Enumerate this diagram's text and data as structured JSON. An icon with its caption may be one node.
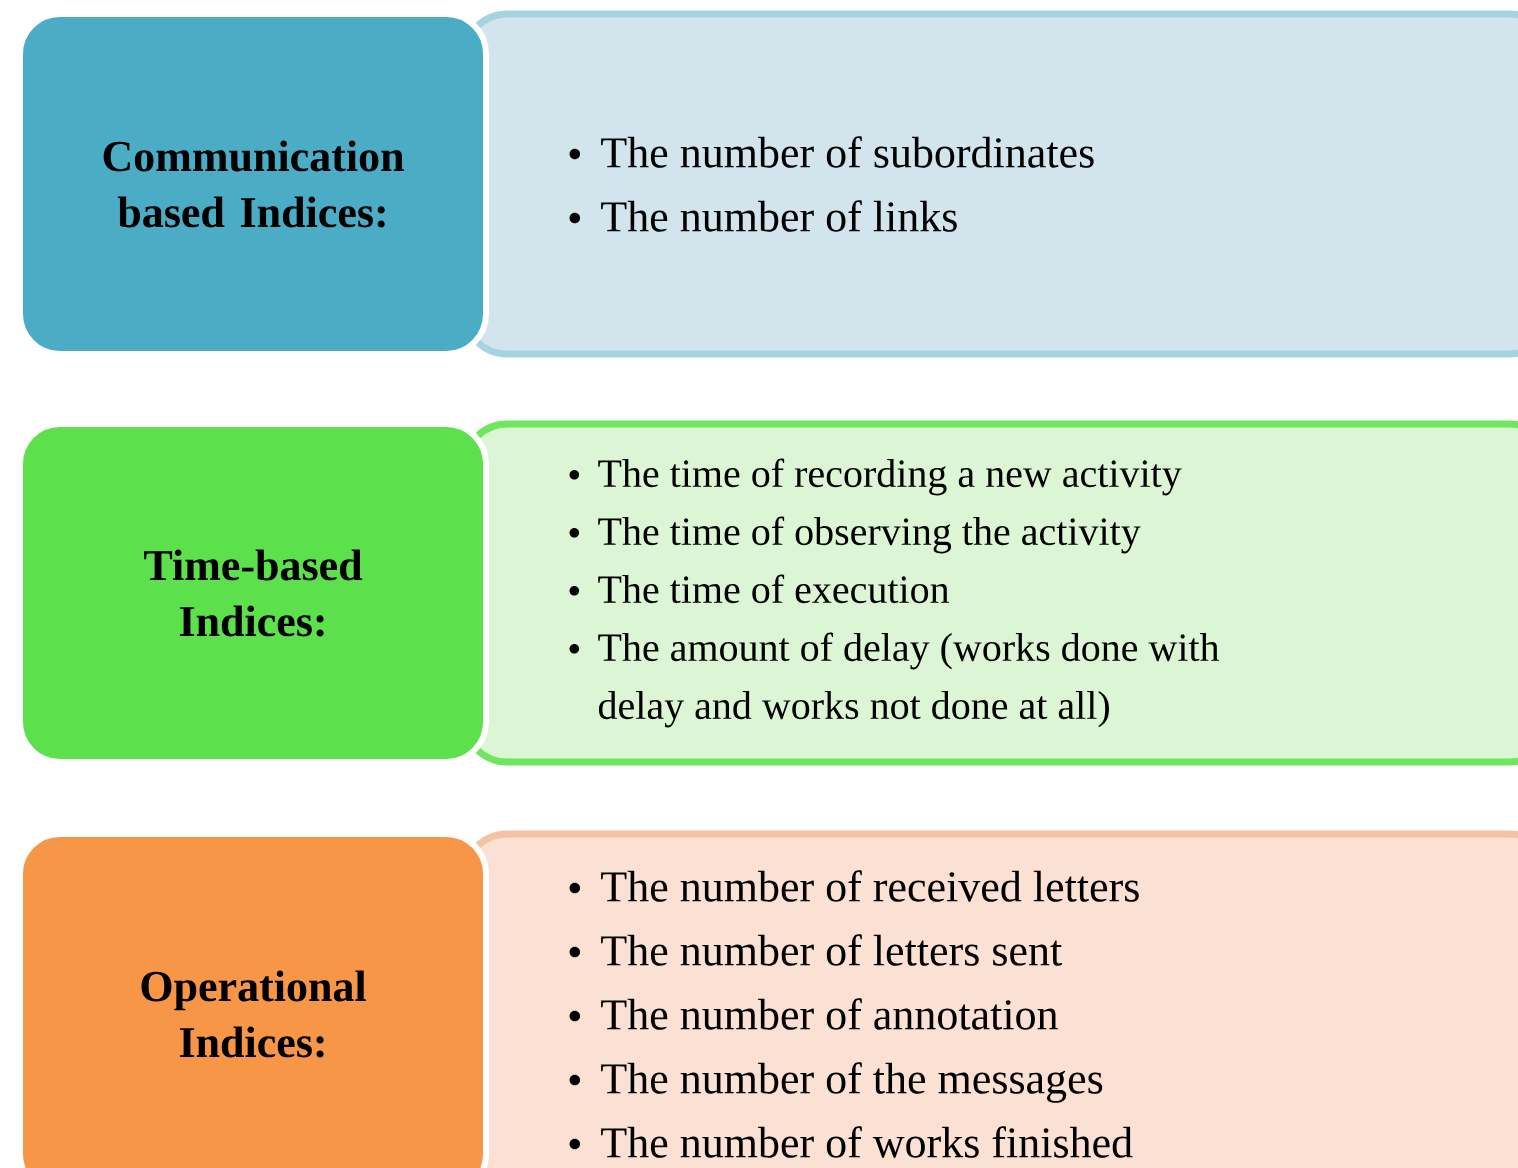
{
  "diagram": {
    "nodes": [
      {
        "text": [
          "Communication based Indices:"
        ]
      },
      {
        "text": [
          "The number of subordinates",
          "The number of links"
        ]
      },
      {
        "text": [
          "Time-based Indices:"
        ]
      },
      {
        "text": [
          "The time of recording a new activity",
          "The time of observing the activity",
          "The time of execution",
          "The amount of delay (works done with delay and works not done at all)"
        ]
      },
      {
        "text": [
          "Operational Indices:"
        ]
      },
      {
        "text": [
          "The number of received letters",
          "The number of letters sent",
          "The number of annotation",
          "The number of the messages",
          "The number of works finished"
        ]
      }
    ]
  }
}
